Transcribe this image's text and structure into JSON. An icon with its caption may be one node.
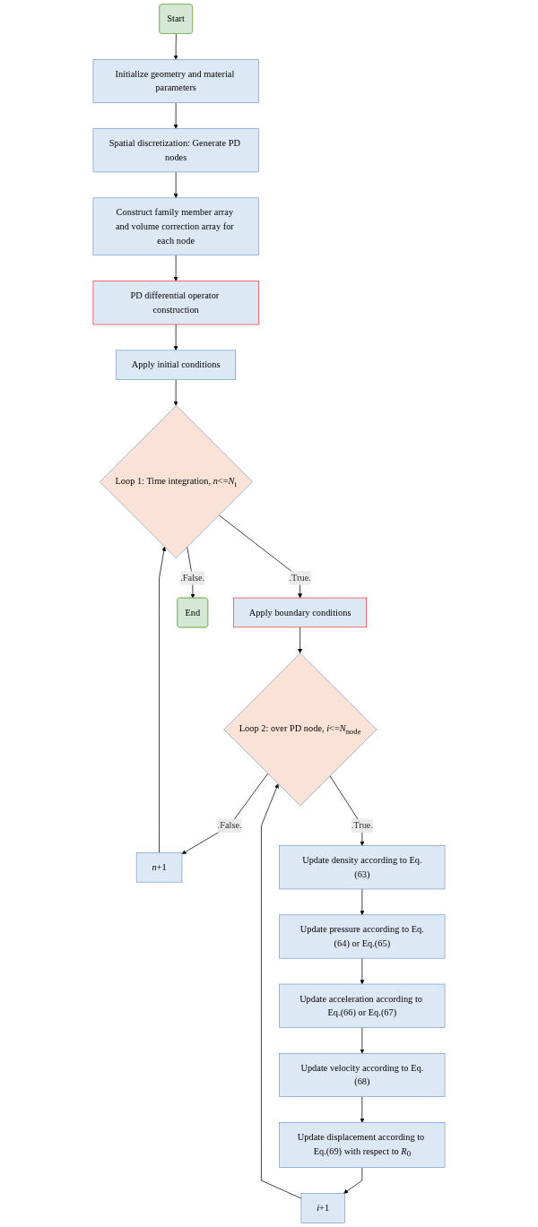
{
  "diagram": {
    "nodes": [
      {
        "text": [
          "Start"
        ]
      },
      {
        "text": [
          "Initialize geometry and material parameters"
        ]
      },
      {
        "text": [
          "Spatial discretization: Generate PD nodes"
        ]
      },
      {
        "text": [
          "Construct family member array and volume correction array for each node"
        ]
      },
      {
        "text": [
          "PD differential operator construction"
        ]
      },
      {
        "text": [
          "Apply initial conditions"
        ]
      },
      {
        "text": [
          "Loop 1: Time integration, *n*<=*N*$_{t}$"
        ]
      },
      {
        "text": [
          "*n*+1"
        ]
      },
      {
        "text": [
          "Apply boundary conditions"
        ]
      },
      {
        "text": [
          "Loop 2: over PD node, *i*<=*N*$_{node}$"
        ]
      },
      {
        "text": [
          "*i*+1"
        ]
      },
      {
        "text": [
          "Update density according to Eq.(63)"
        ]
      },
      {
        "text": [
          "Update pressure according to Eq.(64) or Eq.(65)"
        ]
      },
      {
        "text": [
          "Update acceleration according to Eq.(66) or Eq.(67)"
        ]
      },
      {
        "text": [
          "Update velocity according to Eq.(68)"
        ]
      },
      {
        "text": [
          "Update displacement according to Eq.(69) with respect to *R*$_{0}$"
        ]
      },
      {
        "text": [
          "End"
        ]
      }
    ],
    "edges": [
      {
        "from": 0,
        "to": 1,
        "arrow": "to"
      },
      {
        "from": 1,
        "to": 2,
        "arrow": "to"
      },
      {
        "from": 2,
        "to": 3,
        "arrow": "to"
      },
      {
        "from": 3,
        "to": 4,
        "arrow": "to"
      },
      {
        "from": 4,
        "to": 5,
        "arrow": "to"
      },
      {
        "from": 5,
        "to": 6,
        "arrow": "to"
      },
      {
        "from": 6,
        "to": 8,
        "arrow": "to",
        "label": ".True."
      },
      {
        "from": 6,
        "to": 16,
        "arrow": "to",
        "label": ".False."
      },
      {
        "from": 8,
        "to": 9,
        "arrow": "to"
      },
      {
        "from": 9,
        "to": 11,
        "arrow": "to",
        "label": ".True."
      },
      {
        "from": 9,
        "to": 7,
        "arrow": "to",
        "label": ".False."
      },
      {
        "from": 7,
        "to": 6,
        "arrow": "to"
      },
      {
        "from": 11,
        "to": 12,
        "arrow": "to"
      },
      {
        "from": 12,
        "to": 13,
        "arrow": "to"
      },
      {
        "from": 13,
        "to": 14,
        "arrow": "to"
      },
      {
        "from": 14,
        "to": 15,
        "arrow": "to"
      },
      {
        "from": 15,
        "to": 10,
        "arrow": "to"
      },
      {
        "from": 10,
        "to": 9,
        "arrow": "to"
      }
    ]
  }
}
